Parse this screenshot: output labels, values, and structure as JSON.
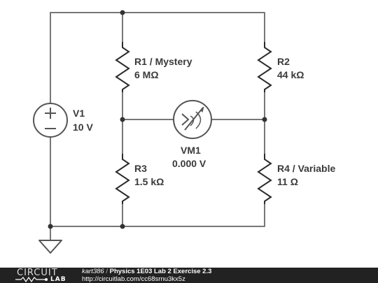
{
  "components": {
    "v1": {
      "name": "V1",
      "value": "10 V"
    },
    "r1": {
      "name": "R1 / Mystery",
      "value": "6 MΩ"
    },
    "r2": {
      "name": "R2",
      "value": "44 kΩ"
    },
    "r3": {
      "name": "R3",
      "value": "1.5 kΩ"
    },
    "r4": {
      "name": "R4 / Variable",
      "value": "11 Ω"
    },
    "vm1": {
      "name": "VM1",
      "value": "0.000 V"
    }
  },
  "footer": {
    "logo_top": "CIRCUIT",
    "logo_bottom": "LAB",
    "user": "kart386",
    "separator": "/",
    "title": "Physics 1E03 Lab 2 Exercise 2.3",
    "url": "http://circuitlab.com/cc68srnu3kx5z"
  }
}
